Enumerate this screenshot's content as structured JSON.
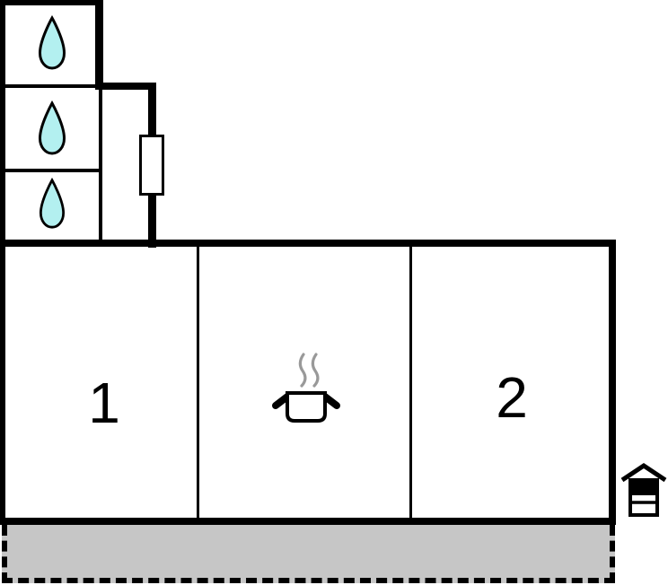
{
  "floorplan": {
    "title": "holiday-home floor plan",
    "rooms": [
      {
        "name": "room-1",
        "label": "1",
        "icon": null
      },
      {
        "name": "kitchen",
        "label": "",
        "icon": "cooking-pot-icon"
      },
      {
        "name": "room-2",
        "label": "2",
        "icon": null
      }
    ],
    "bathrooms": [
      {
        "name": "bathroom-1",
        "icon": "water-drop-icon"
      },
      {
        "name": "bathroom-2",
        "icon": "water-drop-icon"
      },
      {
        "name": "bathroom-3",
        "icon": "water-drop-icon"
      }
    ],
    "markers": [
      {
        "name": "window-marker",
        "description": "window/door marker on hallway exterior wall"
      },
      {
        "name": "entrance-house-icon",
        "description": "striped house symbol marking entrance side"
      }
    ],
    "terrace": {
      "name": "terrace",
      "style": "dashed outline, gray fill"
    },
    "colors": {
      "wall": "#000000",
      "water_drop_fill": "#b3f0f0",
      "terrace_fill": "#c6c6c6",
      "steam": "#999999",
      "background": "#ffffff"
    }
  }
}
